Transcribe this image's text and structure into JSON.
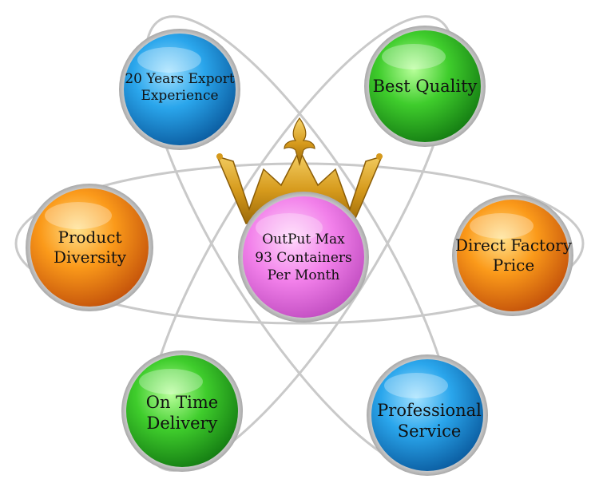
{
  "center": {
    "text": "OutPut Max\n93 Containers\nPer Month",
    "color": "#f07ce8"
  },
  "nodes": [
    {
      "id": "export-experience",
      "text": "20 Years Export\nExperience",
      "color": "blue"
    },
    {
      "id": "best-quality",
      "text": "Best Quality",
      "color": "green"
    },
    {
      "id": "product-diversity",
      "text": "Product\nDiversity",
      "color": "orange"
    },
    {
      "id": "direct-factory-price",
      "text": "Direct Factory\nPrice",
      "color": "orange"
    },
    {
      "id": "on-time-delivery",
      "text": "On Time\nDelivery",
      "color": "green"
    },
    {
      "id": "professional-service",
      "text": "Professional\nService",
      "color": "blue"
    }
  ],
  "colors": {
    "orbit": "#c9c9c9",
    "crown": "#d9a520",
    "blue": "#1a8fd6",
    "green": "#2fbd2a",
    "orange": "#f78a12",
    "pink": "#f07ce8"
  },
  "icons": {
    "crown": "crown-icon"
  }
}
